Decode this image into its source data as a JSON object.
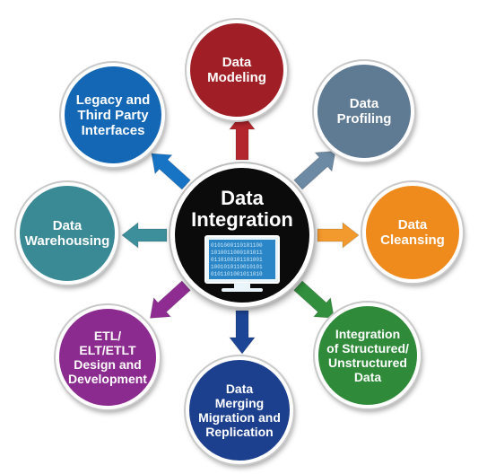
{
  "center": {
    "title": "Data\nIntegration",
    "icon": "computer-monitor-binary-icon",
    "binary_text": "0101000110101100 1010011000101011 0110100101101001 1001010110010101 0101101001011010"
  },
  "nodes": [
    {
      "id": "data-modeling",
      "label": "Data\nModeling",
      "color": "#a01e25"
    },
    {
      "id": "data-profiling",
      "label": "Data\nProfiling",
      "color": "#5f7a93"
    },
    {
      "id": "data-cleansing",
      "label": "Data\nCleansing",
      "color": "#ef8a1d"
    },
    {
      "id": "integration-structured-unstructured",
      "label": "Integration\nof Structured/\nUnstructured\nData",
      "color": "#2f8a3a"
    },
    {
      "id": "data-merging",
      "label": "Data\nMerging\nMigration and\nReplication",
      "color": "#1c3f8e"
    },
    {
      "id": "etl-design",
      "label": "ETL/\nELT/ETLT\nDesign and\nDevelopment",
      "color": "#8b2a8f"
    },
    {
      "id": "data-warehousing",
      "label": "Data\nWarehousing",
      "color": "#3a8a96"
    },
    {
      "id": "legacy-interfaces",
      "label": "Legacy and\nThird Party\nInterfaces",
      "color": "#1467b5"
    }
  ],
  "arrow_colors": {
    "data-modeling": "#b3262d",
    "data-profiling": "#6d8aa4",
    "data-cleansing": "#f39a2e",
    "integration-structured-unstructured": "#318f3d",
    "data-merging": "#1d4596",
    "etl-design": "#8e2c92",
    "data-warehousing": "#3c8f9b",
    "legacy-interfaces": "#1773c4"
  }
}
